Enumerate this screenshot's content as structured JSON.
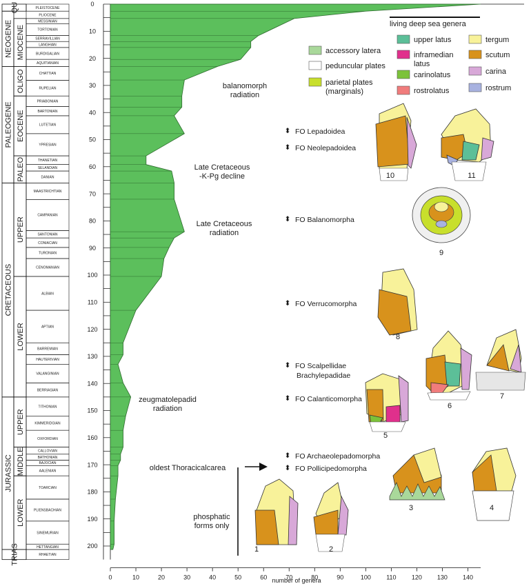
{
  "chart_data": {
    "type": "area",
    "xlabel": "number of genera",
    "xlim": [
      0,
      145
    ],
    "x_ticks": [
      0,
      10,
      20,
      30,
      40,
      50,
      60,
      70,
      80,
      90,
      100,
      110,
      120,
      130,
      140
    ],
    "ylim": [
      0,
      205
    ],
    "y_ticks": [
      0,
      10,
      20,
      30,
      40,
      50,
      60,
      70,
      80,
      90,
      100,
      110,
      120,
      130,
      140,
      150,
      160,
      170,
      180,
      190,
      200
    ],
    "area_color": "#5cbf5c",
    "series": [
      {
        "age": [
          0,
          2.6,
          5.3,
          11.6,
          13.8,
          16,
          20.4,
          23,
          28,
          33.9,
          38,
          41.2,
          47.8,
          56,
          59.2,
          61.6,
          66,
          72,
          84,
          86.3,
          89.8,
          93.9,
          100.5,
          113,
          125,
          129.4,
          132.9,
          139.8,
          145,
          152,
          157.3,
          163.5,
          166.1,
          168.3,
          170.3,
          174.1,
          182.7,
          190.8,
          199.3,
          201.3
        ],
        "genera": [
          145,
          100,
          72,
          58,
          55,
          55,
          51,
          42,
          29,
          28,
          28,
          25,
          29,
          14,
          14,
          24,
          25,
          25,
          29,
          25,
          23,
          21,
          20,
          10,
          5,
          5,
          3,
          5,
          8,
          6,
          5,
          5,
          4,
          4,
          3,
          3,
          2,
          1.5,
          1.5,
          1
        ]
      }
    ],
    "geologic_timescale": {
      "stages": [
        {
          "name": "PLEISTOCENE",
          "top": 0,
          "base": 2.6
        },
        {
          "name": "PLIOCENE",
          "top": 2.6,
          "base": 5.3
        },
        {
          "name": "MESSINIAN",
          "top": 5.3,
          "base": 7.2
        },
        {
          "name": "TORTONIAN",
          "top": 7.2,
          "base": 11.6
        },
        {
          "name": "SERRAVILLIAN",
          "top": 11.6,
          "base": 13.8
        },
        {
          "name": "LANGHIAN",
          "top": 13.8,
          "base": 16
        },
        {
          "name": "BURDIGALIAN",
          "top": 16,
          "base": 20.4
        },
        {
          "name": "AQUITIANIAN",
          "top": 20.4,
          "base": 23
        },
        {
          "name": "CHATTIAN",
          "top": 23,
          "base": 28.1
        },
        {
          "name": "RUPELIAN",
          "top": 28.1,
          "base": 33.9
        },
        {
          "name": "PRIABONIAN",
          "top": 33.9,
          "base": 37.8
        },
        {
          "name": "BARTONIAN",
          "top": 37.8,
          "base": 41.2
        },
        {
          "name": "LUTETIAN",
          "top": 41.2,
          "base": 47.8
        },
        {
          "name": "YPRESIAN",
          "top": 47.8,
          "base": 56
        },
        {
          "name": "THANETIAN",
          "top": 56,
          "base": 59.2
        },
        {
          "name": "SELANDIAN",
          "top": 59.2,
          "base": 61.6
        },
        {
          "name": "DANIAN",
          "top": 61.6,
          "base": 66
        },
        {
          "name": "MAASTRICHTIAN",
          "top": 66,
          "base": 72.1
        },
        {
          "name": "CAMPANIAN",
          "top": 72.1,
          "base": 83.6
        },
        {
          "name": "SANTONIAN",
          "top": 83.6,
          "base": 86.3
        },
        {
          "name": "CONIACIAN",
          "top": 86.3,
          "base": 89.8
        },
        {
          "name": "TURONIAN",
          "top": 89.8,
          "base": 93.9
        },
        {
          "name": "CENOMANIAN",
          "top": 93.9,
          "base": 100.5
        },
        {
          "name": "ALBIAN",
          "top": 100.5,
          "base": 113
        },
        {
          "name": "APTIAN",
          "top": 113,
          "base": 125
        },
        {
          "name": "BARREMIAN",
          "top": 125,
          "base": 129.4
        },
        {
          "name": "HAUTERIVIAN",
          "top": 129.4,
          "base": 132.9
        },
        {
          "name": "VALANGINIAN",
          "top": 132.9,
          "base": 139.8
        },
        {
          "name": "BERRIASIAN",
          "top": 139.8,
          "base": 145
        },
        {
          "name": "TITHONIAN",
          "top": 145,
          "base": 152.1
        },
        {
          "name": "KIMMERIDGIAN",
          "top": 152.1,
          "base": 157.3
        },
        {
          "name": "OXFORDIAN",
          "top": 157.3,
          "base": 163.5
        },
        {
          "name": "CALLOVIAN",
          "top": 163.5,
          "base": 166.1
        },
        {
          "name": "BATHONIAN",
          "top": 166.1,
          "base": 168.3
        },
        {
          "name": "BAJOCIAN",
          "top": 168.3,
          "base": 170.3
        },
        {
          "name": "AALENIAN",
          "top": 170.3,
          "base": 174.1
        },
        {
          "name": "TOARCIAN",
          "top": 174.1,
          "base": 182.7
        },
        {
          "name": "PLIENSBACHIAN",
          "top": 182.7,
          "base": 190.8
        },
        {
          "name": "SINEMURIAN",
          "top": 190.8,
          "base": 199.3
        },
        {
          "name": "HETTANGIAN",
          "top": 199.3,
          "base": 201.3
        },
        {
          "name": "RHAETIAN",
          "top": 201.3,
          "base": 205
        }
      ],
      "epochs": [
        {
          "name": "MIOCENE",
          "top": 5.3,
          "base": 23
        },
        {
          "name": "OLIGO",
          "top": 23,
          "base": 33.9
        },
        {
          "name": "EOCENE",
          "top": 33.9,
          "base": 56
        },
        {
          "name": "PALEO",
          "top": 56,
          "base": 66
        },
        {
          "name": "UPPER",
          "top": 66,
          "base": 100.5
        },
        {
          "name": "LOWER",
          "top": 100.5,
          "base": 145
        },
        {
          "name": "UPPER",
          "top": 145,
          "base": 163.5
        },
        {
          "name": "MIDDLE",
          "top": 163.5,
          "base": 174.1
        },
        {
          "name": "LOWER",
          "top": 174.1,
          "base": 201.3
        }
      ],
      "periods": [
        {
          "name": "QU",
          "top": 0,
          "base": 2.6
        },
        {
          "name": "NEOGENE",
          "top": 2.6,
          "base": 23
        },
        {
          "name": "PALEOGENE",
          "top": 23,
          "base": 66
        },
        {
          "name": "CRETACEOUS",
          "top": 66,
          "base": 145
        },
        {
          "name": "JURASSIC",
          "top": 145,
          "base": 201.3
        },
        {
          "name": "TRIAS",
          "top": 201.3,
          "base": 205
        }
      ]
    },
    "annotations": [
      {
        "text": "balanomorph radiation",
        "age": 30
      },
      {
        "text": "Late Cretaceous -K-Pg decline",
        "age": 63
      },
      {
        "text": "Late Cretaceous radiation",
        "age": 81
      },
      {
        "text": "zeugmatolepadid radiation",
        "age": 149
      },
      {
        "text": "oldest Thoracicalcarea",
        "age": 169
      },
      {
        "text": "phosphatic forms only",
        "age": 187
      }
    ],
    "first_occurrences": [
      {
        "label": "FO Lepadoidea",
        "age": 46
      },
      {
        "label": "FO Neolepadoidea",
        "age": 52
      },
      {
        "label": "FO Balanomorpha",
        "age": 78
      },
      {
        "label": "FO Verrucomorpha",
        "age": 107
      },
      {
        "label": "FO Scalpellidae",
        "age": 131
      },
      {
        "label": "Brachylepadidae",
        "age": 135
      },
      {
        "label": "FO Calanticomorpha",
        "age": 144
      },
      {
        "label": "FO Archaeolepadomorpha",
        "age": 165
      },
      {
        "label": "FO Pollicipedomorpha",
        "age": 171
      }
    ],
    "legend": {
      "title": "living deep sea genera",
      "items": [
        {
          "label": "accessory latera",
          "color": "#a9d89a"
        },
        {
          "label": "peduncular plates",
          "color": "#ffffff"
        },
        {
          "label": "parietal plates (marginals)",
          "color": "#c8df2c"
        },
        {
          "label": "upper latus",
          "color": "#5cbf98"
        },
        {
          "label": "inframedian latus",
          "color": "#e0308c"
        },
        {
          "label": "carinolatus",
          "color": "#7cc23a"
        },
        {
          "label": "rostrolatus",
          "color": "#f07c7c"
        },
        {
          "label": "tergum",
          "color": "#f8f29a"
        },
        {
          "label": "scutum",
          "color": "#d8921c"
        },
        {
          "label": "carina",
          "color": "#d8a8d8"
        },
        {
          "label": "rostrum",
          "color": "#a8b2e0"
        }
      ]
    },
    "specimens": [
      "1",
      "2",
      "3",
      "4",
      "5",
      "6",
      "7",
      "8",
      "9",
      "10",
      "11"
    ]
  }
}
